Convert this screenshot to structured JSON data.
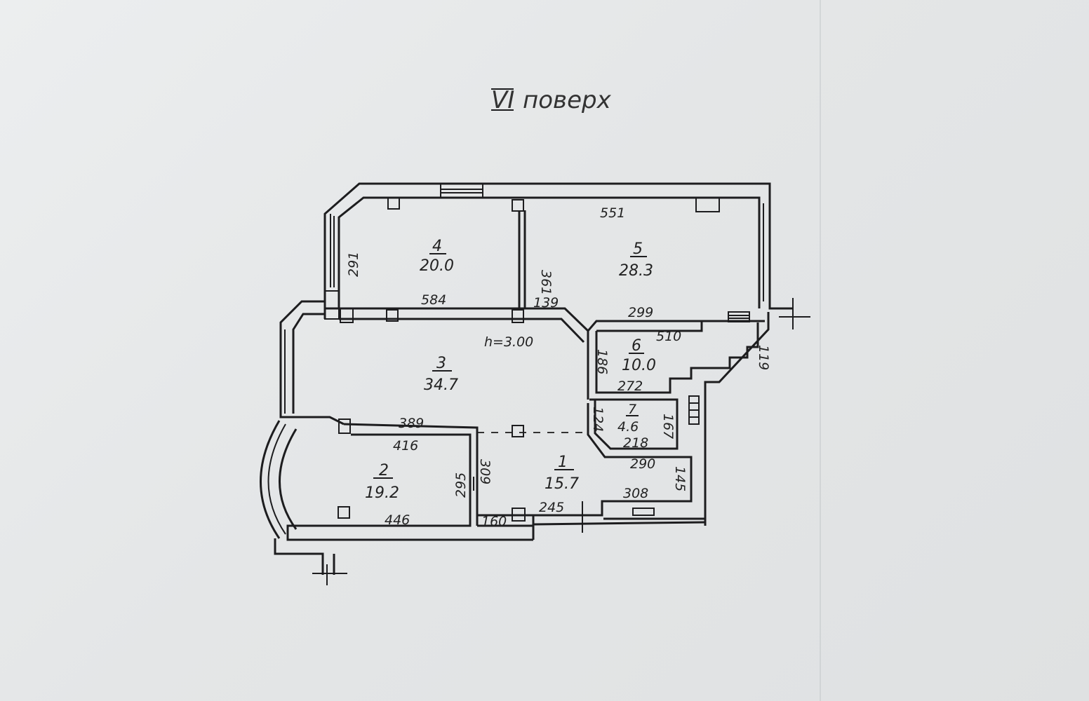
{
  "title": {
    "roman": "VI",
    "word": "поверх"
  },
  "ceiling_height": "h=3.00",
  "rooms": [
    {
      "no": "1",
      "area": "15.7"
    },
    {
      "no": "2",
      "area": "19.2"
    },
    {
      "no": "3",
      "area": "34.7"
    },
    {
      "no": "4",
      "area": "20.0"
    },
    {
      "no": "5",
      "area": "28.3"
    },
    {
      "no": "6",
      "area": "10.0"
    },
    {
      "no": "7",
      "area": "4.6"
    }
  ],
  "dimensions": {
    "d551": "551",
    "d291": "291",
    "d361": "361",
    "d584": "584",
    "d139": "139",
    "d299": "299",
    "d510": "510",
    "d119": "119",
    "d186": "186",
    "d272": "272",
    "d124": "124",
    "d167": "167",
    "d218": "218",
    "d389": "389",
    "d416": "416",
    "d295": "295",
    "d309": "309",
    "d290": "290",
    "d145": "145",
    "d308": "308",
    "d245": "245",
    "d160": "160",
    "d446": "446"
  }
}
